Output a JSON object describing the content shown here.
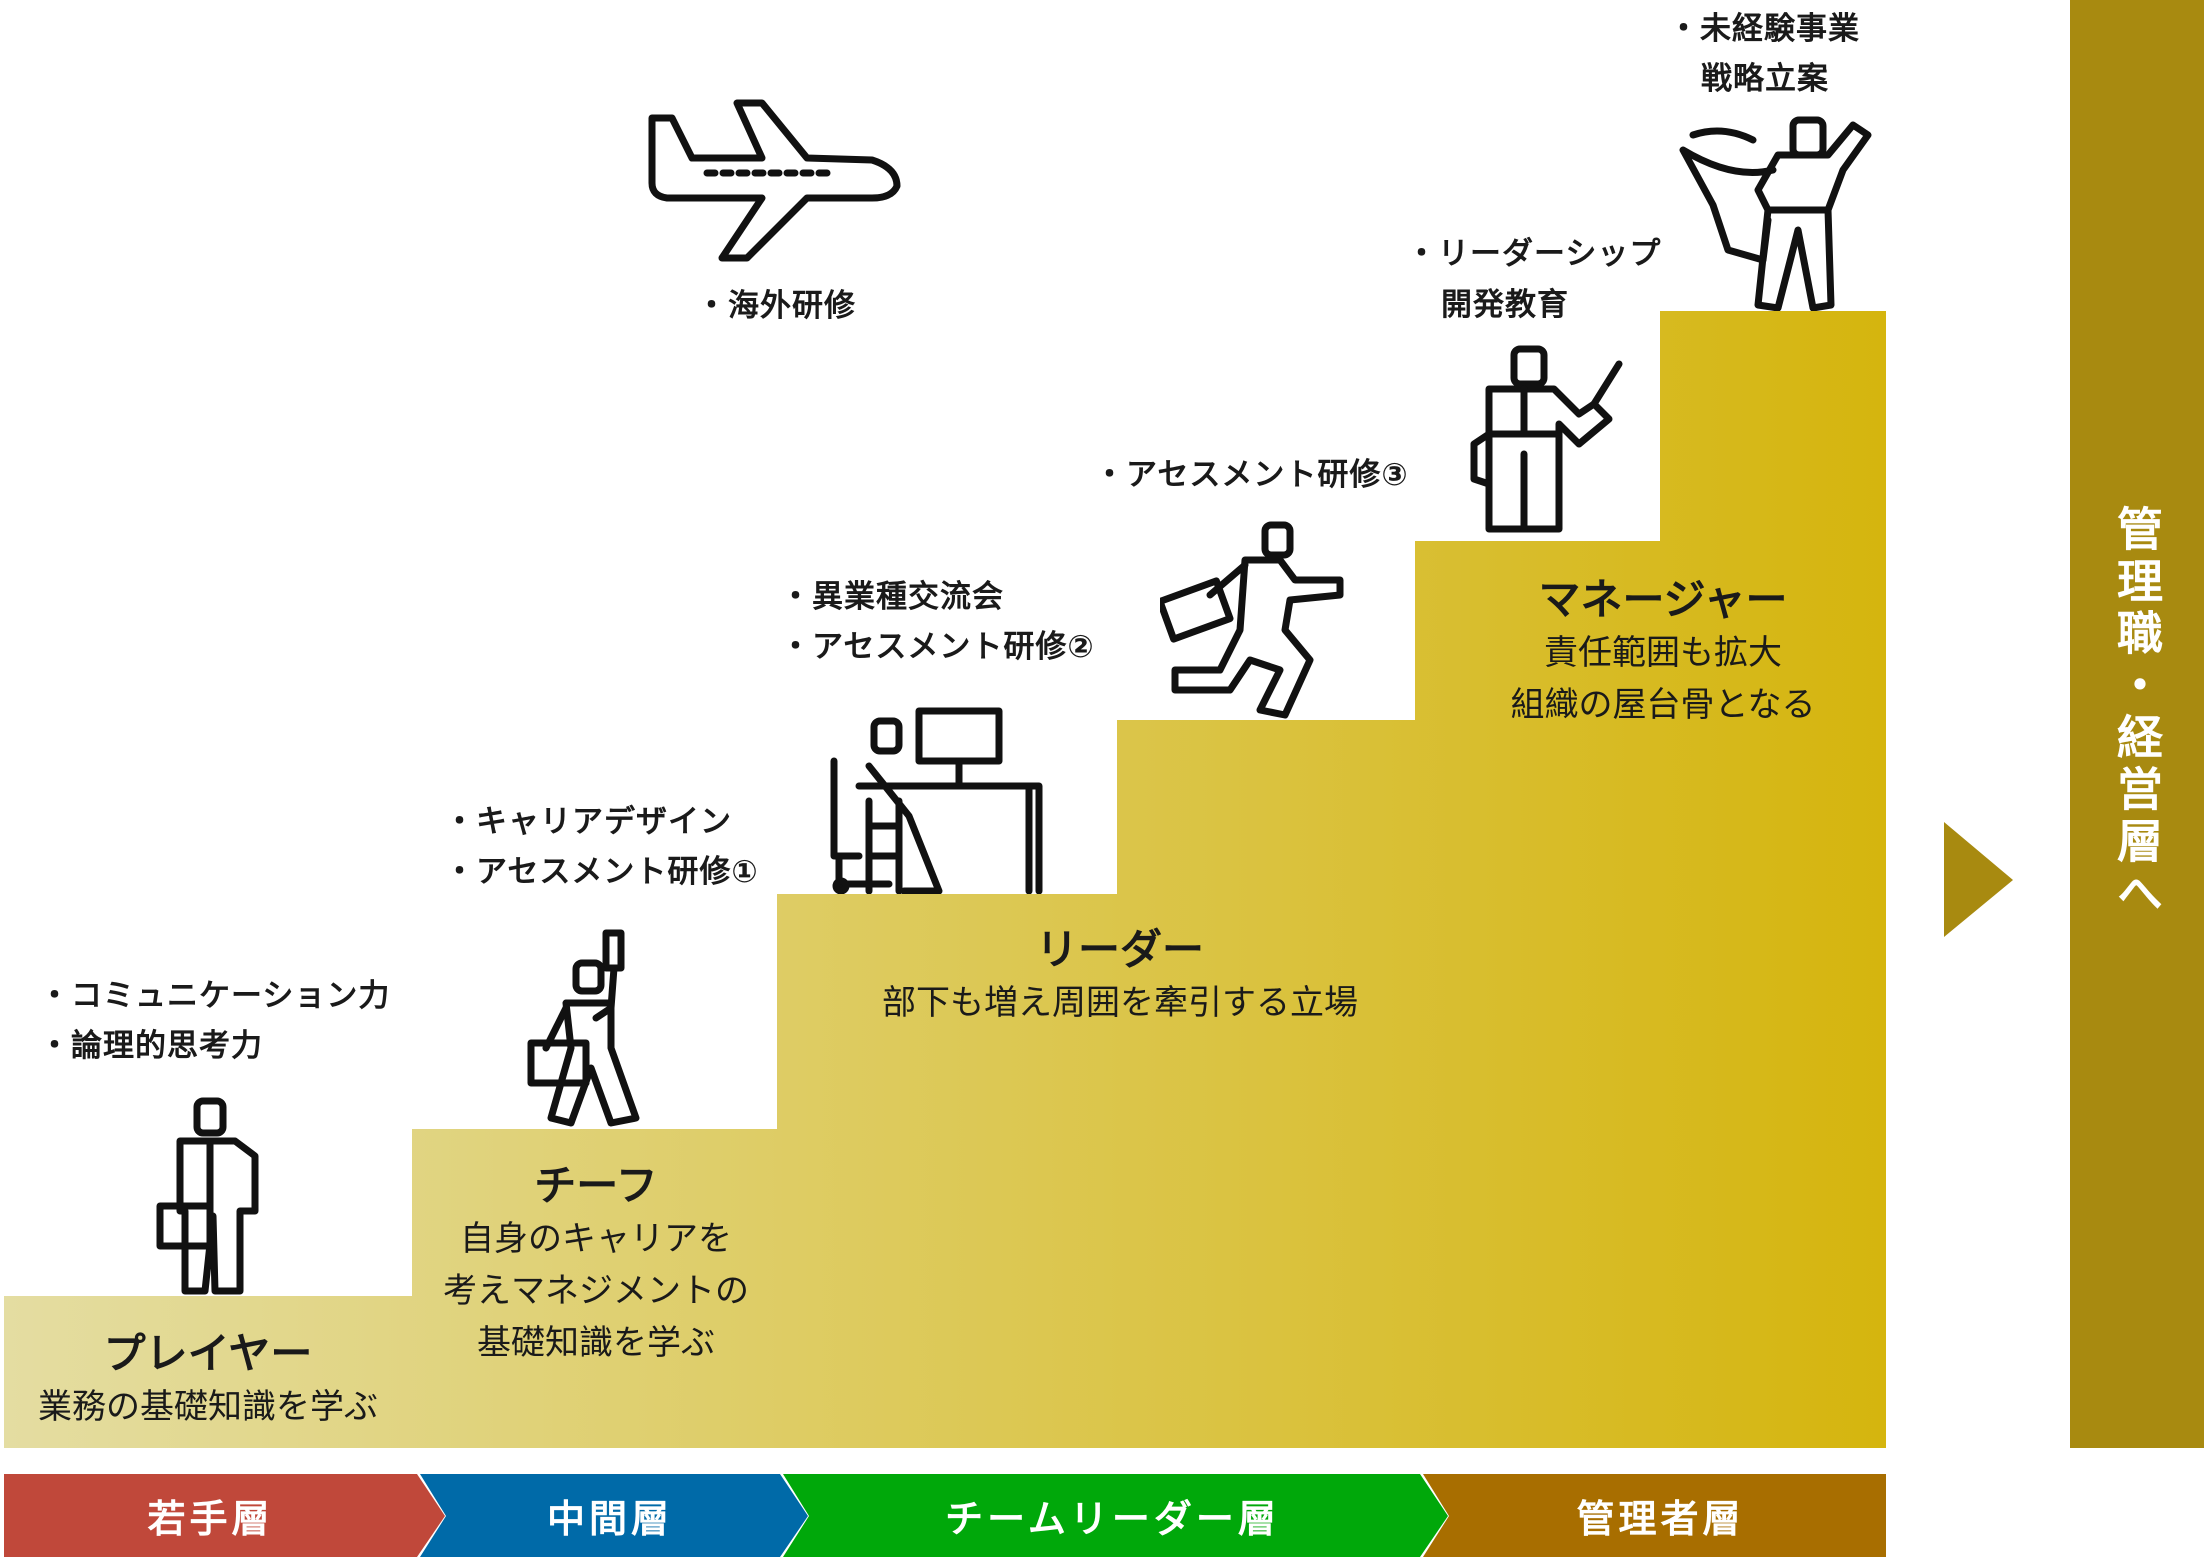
{
  "colors": {
    "stair_start": "#e4dda2",
    "stair_end": "#d5b50e",
    "right_column": "#a88a10",
    "band_red": "#c0483a",
    "band_blue": "#006aa8",
    "band_green": "#00a80a",
    "band_brown": "#a86e00"
  },
  "steps": [
    {
      "title": "プレイヤー",
      "desc": [
        "業務の基礎知識を学ぶ"
      ],
      "notes": [
        "・コミュニケーション力",
        "・論理的思考力"
      ],
      "icon": "businessman-briefcase-icon"
    },
    {
      "title": "チーフ",
      "desc": [
        "自身のキャリアを",
        "考えマネジメントの",
        "基礎知識を学ぶ"
      ],
      "notes": [
        "・キャリアデザイン",
        "・アセスメント研修①"
      ],
      "icon": "cheering-businessman-icon"
    },
    {
      "title": "リーダー",
      "desc": [
        "部下も増え周囲を牽引する立場"
      ],
      "notes": [
        "・異業種交流会",
        "・アセスメント研修②"
      ],
      "icon": "desk-worker-icon"
    },
    {
      "title": "",
      "desc": [],
      "notes": [
        "・アセスメント研修③"
      ],
      "icon": "running-businessman-icon"
    },
    {
      "title": "マネージャー",
      "desc": [
        "責任範囲も拡大",
        "組織の屋台骨となる"
      ],
      "notes": [
        "・リーダーシップ",
        "開発教育"
      ],
      "icon": "presenter-icon"
    },
    {
      "title": "",
      "desc": [],
      "notes": [
        "・未経験事業",
        "戦略立案"
      ],
      "icon": "hero-cape-icon"
    }
  ],
  "overseas": {
    "note": "・海外研修",
    "icon": "airplane-icon"
  },
  "bands": [
    "若手層",
    "中間層",
    "チームリーダー層",
    "管理者層"
  ],
  "right_label": "管理職・経営層へ"
}
